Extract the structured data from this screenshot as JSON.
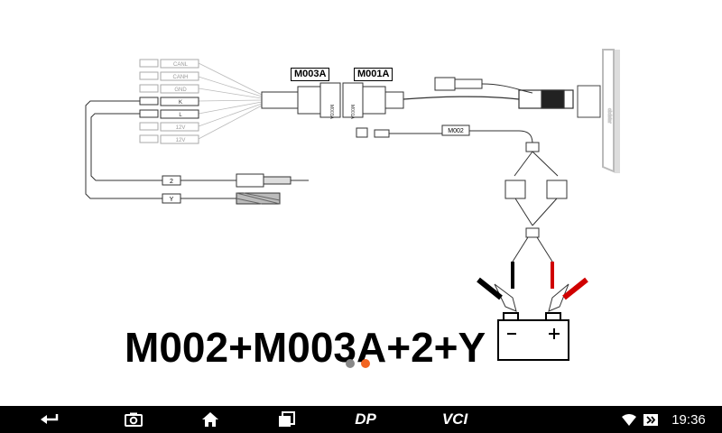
{
  "diagram": {
    "connector_labels": {
      "m003a": "M003A",
      "m001a": "M001A",
      "m002": "M002",
      "two": "2",
      "y": "Y"
    },
    "pin_labels": [
      "CANL",
      "CANH",
      "GND",
      "K",
      "L",
      "12V",
      "12V"
    ],
    "formula": "M002+M003A+2+Y"
  },
  "pager": {
    "total": 2,
    "active": 2,
    "colors": {
      "inactive": "#888888",
      "active": "#f26522"
    }
  },
  "navbar": {
    "dp_label": "DP",
    "vci_label": "VCI",
    "time": "19:36"
  },
  "icons": [
    "back-icon",
    "camera-icon",
    "home-icon",
    "recent-apps-icon",
    "wifi-icon",
    "battery-icon"
  ]
}
